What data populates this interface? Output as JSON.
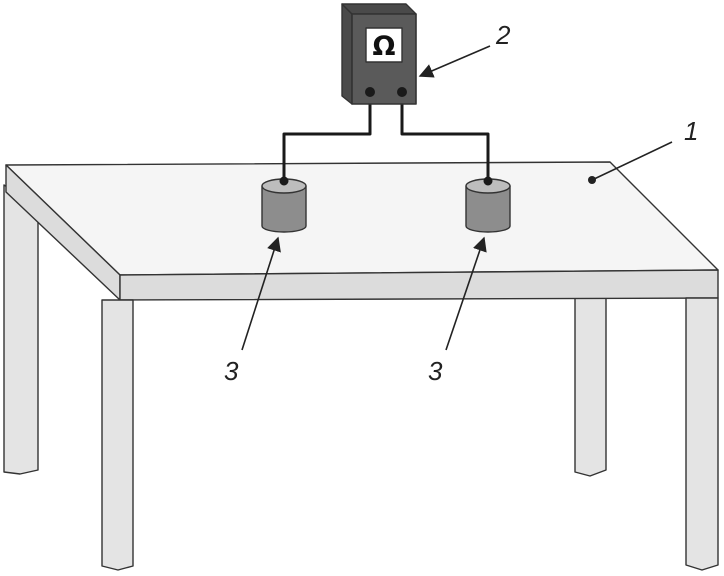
{
  "diagram": {
    "meter": {
      "symbol": "Ω",
      "icon": "ohmmeter-icon"
    },
    "callouts": {
      "table": "1",
      "meter": "2",
      "electrode_left": "3",
      "electrode_right": "3"
    },
    "colors": {
      "outline": "#333333",
      "table_top": "#f5f5f5",
      "table_side": "#dcdcdc",
      "table_leg": "#e4e4e4",
      "meter_body": "#5a5a5a",
      "meter_side": "#4a4a4a",
      "meter_display": "#ffffff",
      "electrode_body": "#8d8d8d",
      "electrode_top": "#bdbdbd",
      "wire": "#1a1a1a"
    }
  }
}
